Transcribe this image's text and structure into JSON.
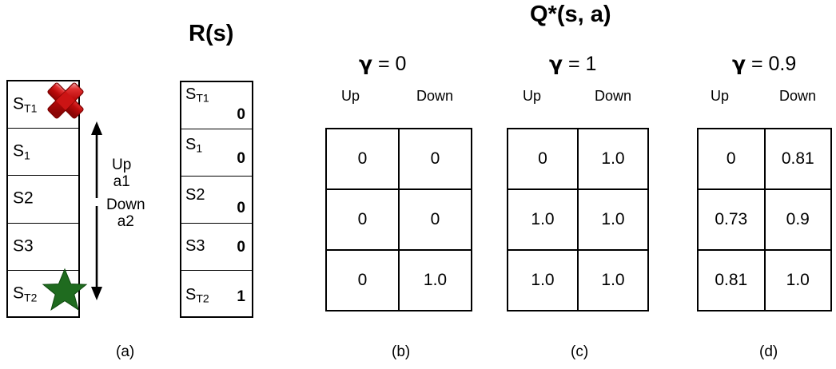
{
  "figure": {
    "reward_title": "R(s)",
    "q_title": "Q*(s, a)"
  },
  "state_column": {
    "cells": [
      {
        "label": "S",
        "sub": "T1",
        "marker": "red-cross"
      },
      {
        "label": "S",
        "sub": "1",
        "marker": ""
      },
      {
        "label": "S2",
        "sub": "",
        "marker": ""
      },
      {
        "label": "S3",
        "sub": "",
        "marker": ""
      },
      {
        "label": "S",
        "sub": "T2",
        "marker": "green-star"
      }
    ],
    "actions": [
      {
        "name": "Up",
        "id": "a1",
        "direction": "up"
      },
      {
        "name": "Down",
        "id": "a2",
        "direction": "down"
      }
    ],
    "caption": "(a)"
  },
  "reward_table": {
    "rows": [
      {
        "label": "S",
        "sub": "T1",
        "value": "0"
      },
      {
        "label": "S",
        "sub": "1",
        "value": "0"
      },
      {
        "label": "S2",
        "sub": "",
        "value": "0"
      },
      {
        "label": "S3",
        "sub": "",
        "value": "0"
      },
      {
        "label": "S",
        "sub": "T2",
        "value": "1"
      }
    ]
  },
  "q_tables": [
    {
      "gamma_symbol": "γ",
      "gamma_eq": "= 0",
      "columns": [
        "Up",
        "Down"
      ],
      "rows": [
        [
          "0",
          "0"
        ],
        [
          "0",
          "0"
        ],
        [
          "0",
          "1.0"
        ]
      ],
      "caption": "(b)"
    },
    {
      "gamma_symbol": "γ",
      "gamma_eq": "= 1",
      "columns": [
        "Up",
        "Down"
      ],
      "rows": [
        [
          "0",
          "1.0"
        ],
        [
          "1.0",
          "1.0"
        ],
        [
          "1.0",
          "1.0"
        ]
      ],
      "caption": "(c)"
    },
    {
      "gamma_symbol": "γ",
      "gamma_eq": "= 0.9",
      "columns": [
        "Up",
        "Down"
      ],
      "rows": [
        [
          "0",
          "0.81"
        ],
        [
          "0.73",
          "0.9"
        ],
        [
          "0.81",
          "1.0"
        ]
      ],
      "caption": "(d)"
    }
  ],
  "chart_data": {
    "type": "table",
    "title": "Q*(s, a)",
    "description": "MDP state column with rewards R(s) and optimal action-value tables for three discount factors",
    "states": [
      "S_T1",
      "S_1",
      "S2",
      "S3",
      "S_T2"
    ],
    "rewards": [
      0,
      0,
      0,
      0,
      1
    ],
    "actions": [
      "Up",
      "Down"
    ],
    "q_states": [
      "S_1",
      "S2",
      "S3"
    ],
    "panels": [
      {
        "gamma": 0,
        "caption": "(b)",
        "values": [
          [
            0,
            0
          ],
          [
            0,
            0
          ],
          [
            0,
            1.0
          ]
        ]
      },
      {
        "gamma": 1,
        "caption": "(c)",
        "values": [
          [
            0,
            1.0
          ],
          [
            1.0,
            1.0
          ],
          [
            1.0,
            1.0
          ]
        ]
      },
      {
        "gamma": 0.9,
        "caption": "(d)",
        "values": [
          [
            0,
            0.81
          ],
          [
            0.73,
            0.9
          ],
          [
            0.81,
            1.0
          ]
        ]
      }
    ],
    "colors": {
      "terminal_bad": "#cc1111",
      "terminal_good": "#1a6b1a",
      "line": "#000000"
    }
  }
}
